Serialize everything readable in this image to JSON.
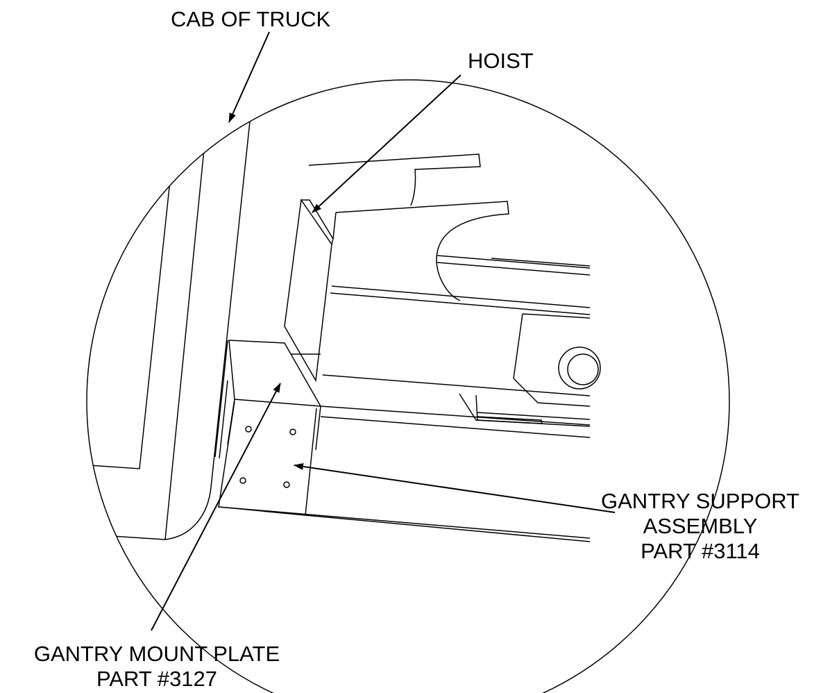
{
  "callouts": {
    "cab": "CAB OF TRUCK",
    "hoist": "HOIST",
    "gantry_support": {
      "line1": "GANTRY SUPPORT",
      "line2": "ASSEMBLY",
      "line3": "PART #3114"
    },
    "gantry_mount": {
      "line1": "GANTRY MOUNT PLATE",
      "line2": "PART #3127"
    }
  },
  "colors": {
    "line": "#000000",
    "background": "#ffffff"
  }
}
